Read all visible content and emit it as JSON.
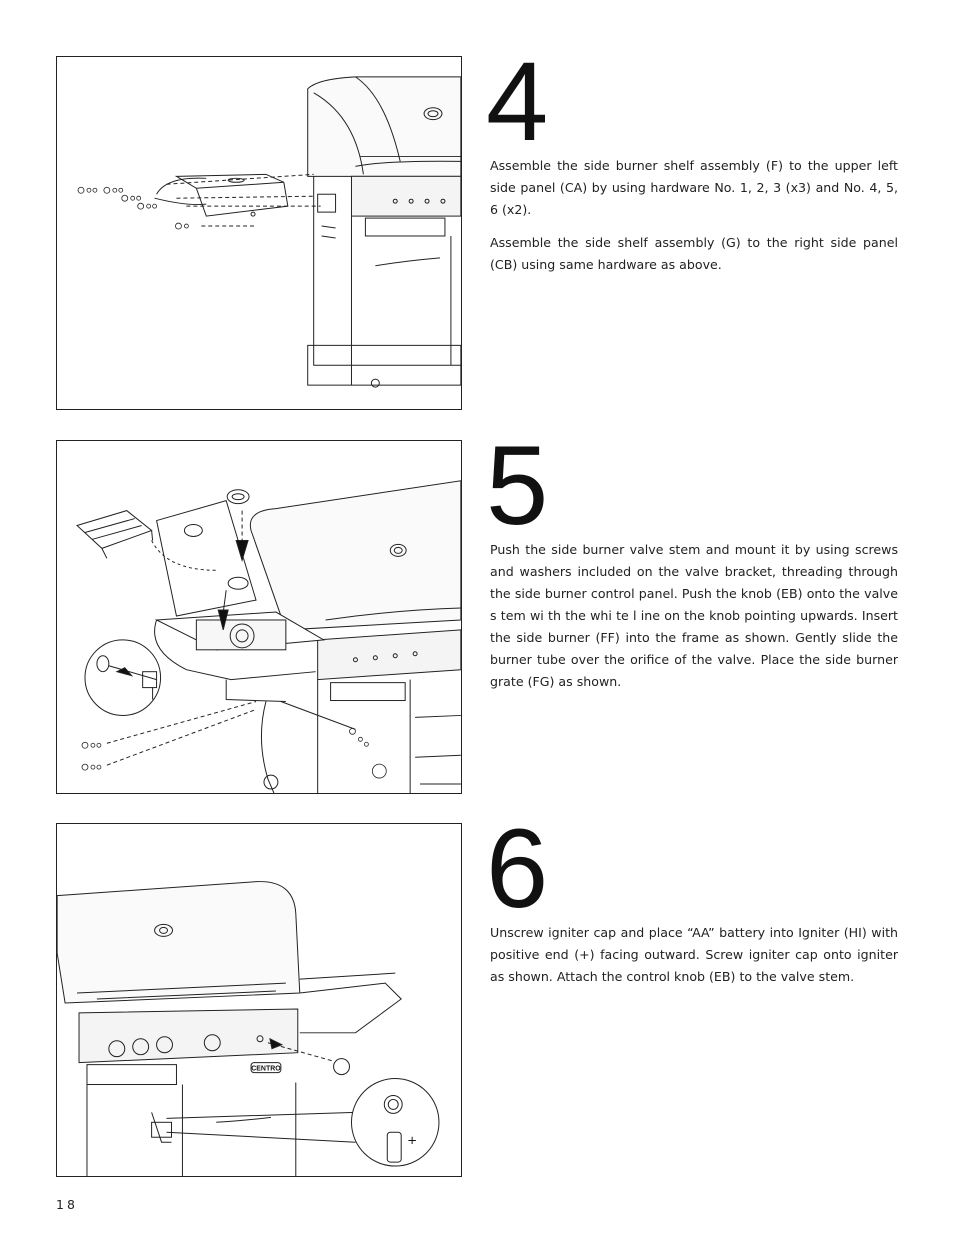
{
  "page_number": "18",
  "steps": [
    {
      "number": "4",
      "paragraphs": [
        "Assemble the side burner shelf assembly (F) to the upper left side panel (CA) by using hardware No. 1, 2, 3 (x3) and No. 4, 5, 6 (x2).",
        "Assemble the side shelf assembly (G) to the right side panel (CB) using same hardware as above."
      ]
    },
    {
      "number": "5",
      "paragraphs": [
        "Push the side burner valve stem and mount it by using screws and washers included on the valve bracket, threading through the side burner control panel. Push the knob (EB) onto the valve s tem wi th the whi te l ine on the knob pointing upwards. Insert the side burner (FF) into the frame as shown. Gently slide the burner tube over the orifice of the valve. Place the side burner grate (FG) as shown."
      ]
    },
    {
      "number": "6",
      "paragraphs": [
        "Unscrew igniter cap and place “AA” battery into Igniter (HI) with positive end (+) facing outward. Screw igniter cap onto igniter as shown. Attach the control knob (EB) to the valve stem."
      ]
    }
  ],
  "figure_labels": {
    "brand_badge": "CENTRO",
    "battery_plus": "+"
  }
}
